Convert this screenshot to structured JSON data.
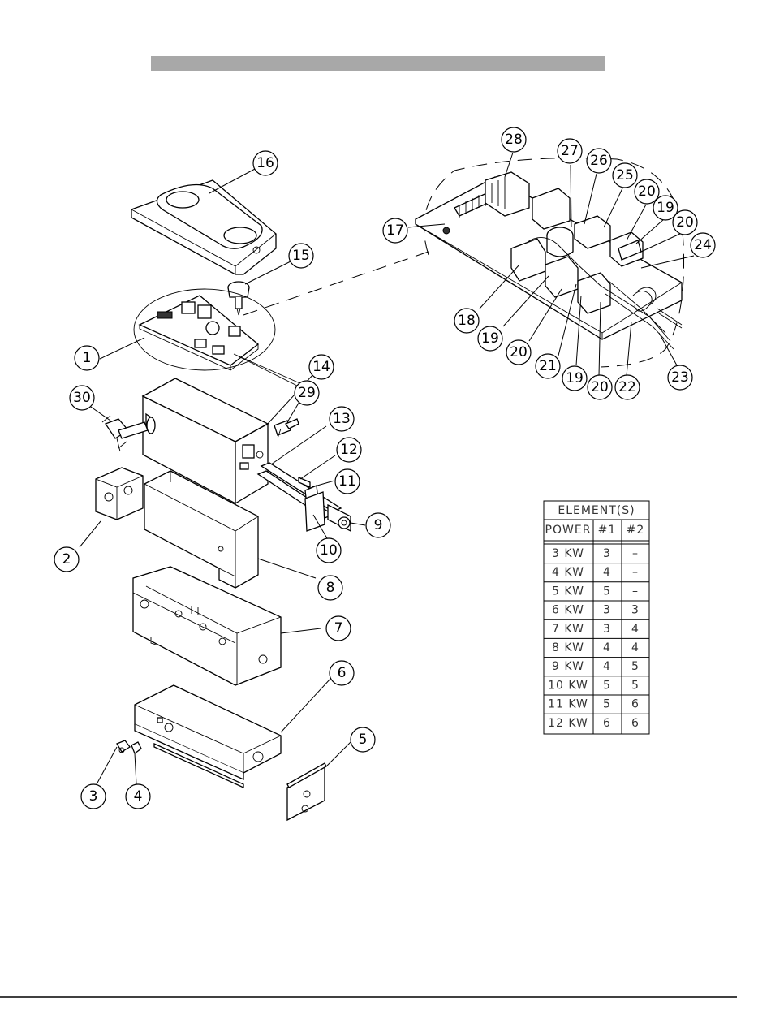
{
  "callouts": [
    {
      "id": "c1",
      "label": "1"
    },
    {
      "id": "c2",
      "label": "2"
    },
    {
      "id": "c3",
      "label": "3"
    },
    {
      "id": "c4",
      "label": "4"
    },
    {
      "id": "c5",
      "label": "5"
    },
    {
      "id": "c6",
      "label": "6"
    },
    {
      "id": "c7",
      "label": "7"
    },
    {
      "id": "c8",
      "label": "8"
    },
    {
      "id": "c9",
      "label": "9"
    },
    {
      "id": "c10",
      "label": "10"
    },
    {
      "id": "c11",
      "label": "11"
    },
    {
      "id": "c12",
      "label": "12"
    },
    {
      "id": "c13",
      "label": "13"
    },
    {
      "id": "c14",
      "label": "14"
    },
    {
      "id": "c15",
      "label": "15"
    },
    {
      "id": "c16",
      "label": "16"
    },
    {
      "id": "c17",
      "label": "17"
    },
    {
      "id": "c18",
      "label": "18"
    },
    {
      "id": "c19a",
      "label": "19"
    },
    {
      "id": "c19b",
      "label": "19"
    },
    {
      "id": "c19c",
      "label": "19"
    },
    {
      "id": "c20a",
      "label": "20"
    },
    {
      "id": "c20b",
      "label": "20"
    },
    {
      "id": "c20c",
      "label": "20"
    },
    {
      "id": "c20d",
      "label": "20"
    },
    {
      "id": "c21",
      "label": "21"
    },
    {
      "id": "c22",
      "label": "22"
    },
    {
      "id": "c23",
      "label": "23"
    },
    {
      "id": "c24",
      "label": "24"
    },
    {
      "id": "c25",
      "label": "25"
    },
    {
      "id": "c26",
      "label": "26"
    },
    {
      "id": "c27",
      "label": "27"
    },
    {
      "id": "c28",
      "label": "28"
    },
    {
      "id": "c29",
      "label": "29"
    },
    {
      "id": "c30",
      "label": "30"
    }
  ],
  "element_table": {
    "title": "ELEMENT(S)",
    "headers": [
      "POWER",
      "#1",
      "#2"
    ],
    "rows": [
      [
        "3 KW",
        "3",
        "–"
      ],
      [
        "4 KW",
        "4",
        "–"
      ],
      [
        "5 KW",
        "5",
        "–"
      ],
      [
        "6 KW",
        "3",
        "3"
      ],
      [
        "7 KW",
        "3",
        "4"
      ],
      [
        "8 KW",
        "4",
        "4"
      ],
      [
        "9 KW",
        "4",
        "5"
      ],
      [
        "10 KW",
        "5",
        "5"
      ],
      [
        "11 KW",
        "5",
        "6"
      ],
      [
        "12 KW",
        "6",
        "6"
      ]
    ]
  },
  "colors": {
    "title_bar": "#a8a8a8",
    "line": "#000000"
  }
}
